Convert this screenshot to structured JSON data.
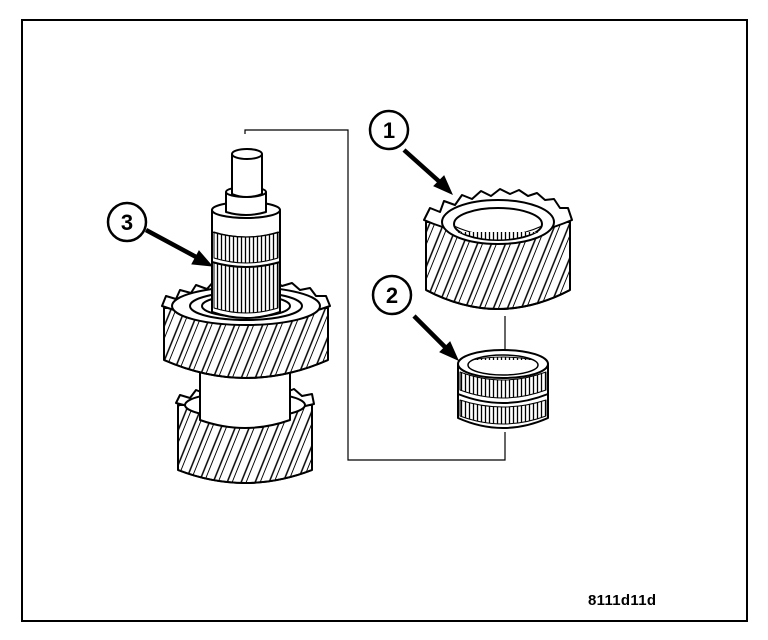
{
  "figure": {
    "code": "8111d11d",
    "colors": {
      "line": "#000000",
      "background": "#ffffff",
      "shade": "#d9d9d9"
    }
  },
  "callouts": [
    {
      "number": "1",
      "target": "gear"
    },
    {
      "number": "2",
      "target": "needle-bearing"
    },
    {
      "number": "3",
      "target": "countershaft"
    }
  ]
}
